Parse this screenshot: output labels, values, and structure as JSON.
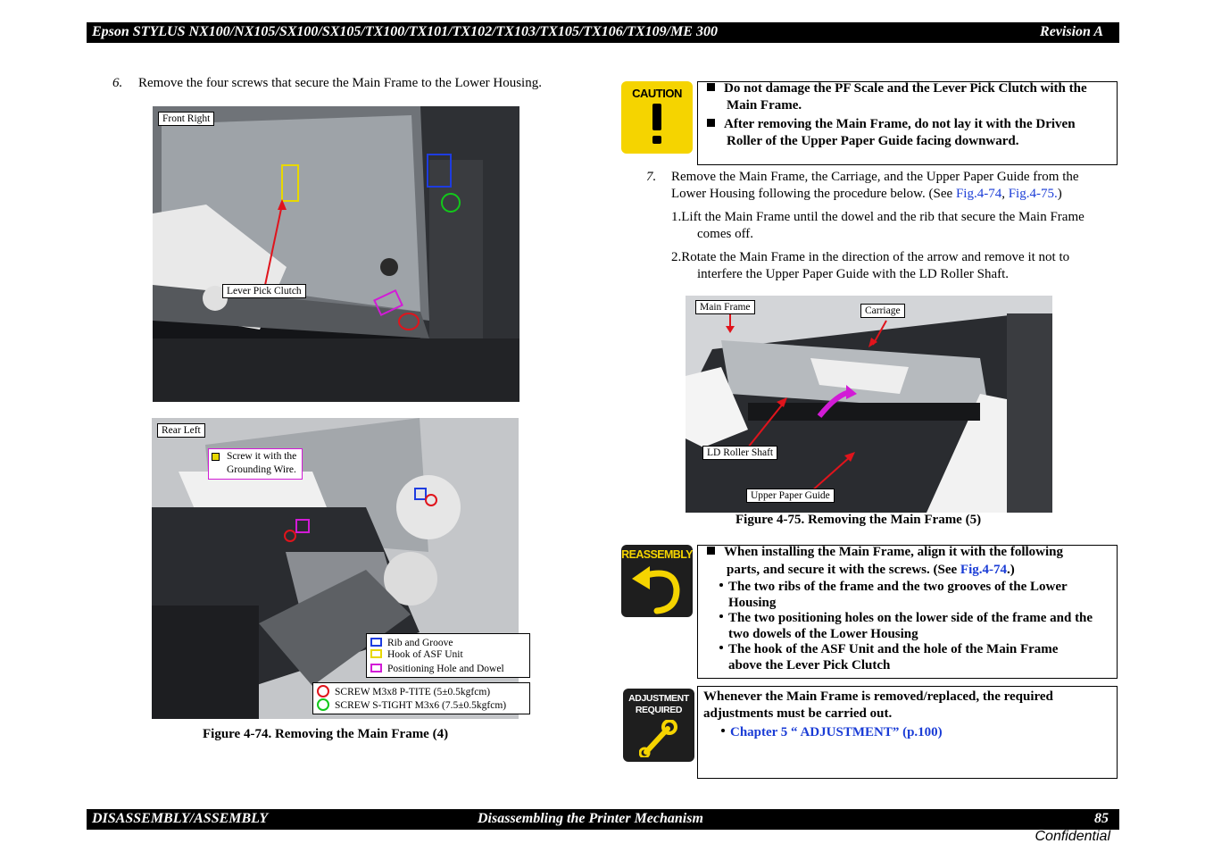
{
  "header": {
    "title": "Epson STYLUS NX100/NX105/SX100/SX105/TX100/TX101/TX102/TX103/TX105/TX106/TX109/ME 300",
    "revision": "Revision A"
  },
  "footer": {
    "section": "DISASSEMBLY/ASSEMBLY",
    "subsection": "Disassembling the Printer Mechanism",
    "page": "85",
    "confidential": "Confidential"
  },
  "step6": {
    "num": "6.",
    "text": "Remove the four screws that secure the Main Frame to the Lower Housing."
  },
  "figure74": {
    "caption": "Figure 4-74.  Removing the Main Frame (4)",
    "top_labels": {
      "front_right": "Front Right",
      "lever_pick_clutch": "Lever Pick Clutch"
    },
    "bottom_labels": {
      "rear_left": "Rear Left",
      "screw_ground_1": "Screw it with the",
      "screw_ground_2": "Grounding Wire."
    },
    "legend": {
      "rib_groove": "Rib and Groove",
      "hook_asf": "Hook of ASF Unit",
      "positioning": "Positioning Hole and Dowel",
      "screw_red": "SCREW M3x8 P-TITE (5±0.5kgfcm)",
      "screw_green": "SCREW S-TIGHT M3x6 (7.5±0.5kgfcm)"
    }
  },
  "caution": {
    "badge": "CAUTION",
    "item1_line1": "Do not damage the PF Scale and the Lever Pick Clutch with the",
    "item1_line2": "Main Frame.",
    "item2_line1": "After removing the Main Frame, do not lay it with the Driven",
    "item2_line2": "Roller of the Upper Paper Guide facing downward."
  },
  "step7": {
    "num": "7.",
    "line1": "Remove the Main Frame, the Carriage, and the Upper Paper Guide from the",
    "line2_prefix": "Lower Housing following the procedure below. (See ",
    "link1": "Fig.4-74",
    "sep": ", ",
    "link2": "Fig.4-75.",
    "line2_suffix": ")",
    "sub1_line1": "1.Lift the Main Frame until the dowel and the rib that secure the Main Frame",
    "sub1_line2": "comes off.",
    "sub2_line1": "2.Rotate the Main Frame in the direction of the arrow and remove it not to",
    "sub2_line2": "interfere the Upper Paper Guide with the LD Roller Shaft."
  },
  "figure75": {
    "caption": "Figure 4-75.  Removing the Main Frame (5)",
    "labels": {
      "main_frame": "Main Frame",
      "carriage": "Carriage",
      "ld_roller_shaft": "LD Roller Shaft",
      "upper_paper_guide": "Upper Paper Guide"
    }
  },
  "reassembly": {
    "badge": "REASSEMBLY",
    "intro_line1": "When installing the Main Frame, align it with the following",
    "intro_line2_prefix": "parts, and secure it with the screws. (See ",
    "intro_link": "Fig.4-74",
    "intro_line2_suffix": ".)",
    "b1_line1": "The two ribs of the frame and the two grooves of the Lower",
    "b1_line2": "Housing",
    "b2_line1": "The two positioning holes on the lower side of the frame and the",
    "b2_line2": "two dowels of the Lower Housing",
    "b3_line1": "The hook of the ASF Unit and the hole of the Main Frame",
    "b3_line2": "above the Lever Pick Clutch"
  },
  "adjustment": {
    "badge_line1": "ADJUSTMENT",
    "badge_line2": "REQUIRED",
    "line1": "Whenever the Main Frame is removed/replaced, the required",
    "line2": "adjustments must be carried out.",
    "link": "Chapter 5 “ ADJUSTMENT” (p.100)"
  },
  "colors": {
    "caution_yellow": "#f5d400",
    "link_blue": "#1a3cd6",
    "badge_dark": "#1e1e1e"
  }
}
